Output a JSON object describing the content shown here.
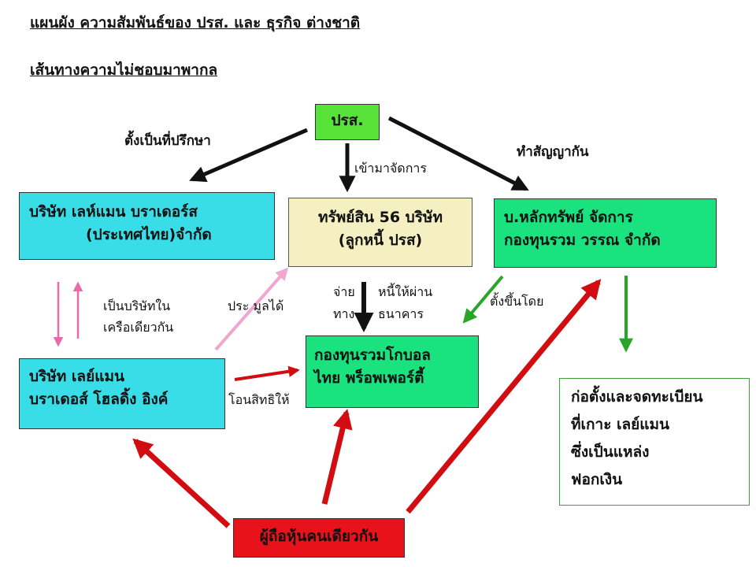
{
  "header": {
    "title_line1": "แผนผัง ความสัมพันธ์ของ ปรส. และ ธุรกิจ ต่างชาติ",
    "title_line2": "เส้นทางความไม่ชอบมาพากล"
  },
  "nodes": {
    "prsa": {
      "label": "ปรส."
    },
    "lehman_thailand": {
      "line1": "บริษัท เลห์แมน บราเดอร์ส",
      "line2": "(ประเทศไทย)จำกัด"
    },
    "assets_56": {
      "line1": "ทรัพย์สิน 56 บริษัท",
      "line2": "(ลูกหนี้ ปรส)"
    },
    "securities_mgmt": {
      "line1": "บ.หลักทรัพย์ จัดการ",
      "line2": "กองทุนรวม วรรณ จำกัด"
    },
    "global_fund": {
      "line1": "กองทุนรวมโกบอล",
      "line2": "ไทย พร็อพเพอร์ตี้"
    },
    "lehman_holdings": {
      "line1": "บริษัท เลย์แมน",
      "line2": "บราเดอส์ โฮลดิ้ง อิงค์"
    },
    "island_note": {
      "line1": "ก่อตั้งและจดทะเบียน",
      "line2": "ที่เกาะ เลย์แมน",
      "line3": "ซึ่งเป็นแหล่ง",
      "line4": "ฟอกเงิน"
    },
    "shareholders": {
      "label": "ผู้ถือหุ้นคนเดียวกัน"
    }
  },
  "edge_labels": {
    "advisor": "ตั้งเป็นที่ปรึกษา",
    "manage": "เข้ามาจัดการ",
    "contract": "ทำสัญญากัน",
    "same_group_1": "เป็นบริษัทใน",
    "same_group_2": "เครือเดียวกัน",
    "auction": "ประ มูลได้",
    "pay_1": "จ่าย",
    "pay_2": "ทาง",
    "debt_1": "หนี้ให้ผ่าน",
    "debt_2": "ธนาคาร",
    "established_by": "ตั้งขึ้นโดย",
    "transfer_rights": "โอนสิทธิให้"
  },
  "colors": {
    "black_arrow": "#111111",
    "pink_arrow": "#e86aa8",
    "light_pink_arrow": "#f0a6cf",
    "green_arrow": "#2aa52a",
    "red_arrow": "#d10d12"
  }
}
